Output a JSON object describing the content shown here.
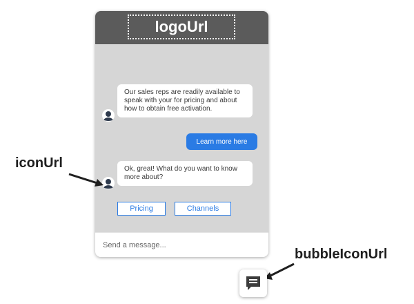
{
  "header": {
    "logo_text": "logoUrl"
  },
  "messages": {
    "bot_1": "Our sales reps are readily available to speak with your for pricing and about how to obtain free activation.",
    "user_1": "Learn more here",
    "bot_2": "Ok, great! What do you want to know more about?"
  },
  "choices": [
    "Pricing",
    "Channels"
  ],
  "composer": {
    "placeholder": "Send a message..."
  },
  "annotations": {
    "icon_url": "iconUrl",
    "bubble_icon_url": "bubbleIconUrl"
  },
  "icons": {
    "avatar": "bot-avatar-icon",
    "launcher": "chat-bubble-icon"
  },
  "colors": {
    "header_bg": "#5b5b5b",
    "chat_bg": "#d6d6d6",
    "accent": "#2a7be4",
    "bubble_bg": "#ffffff",
    "annotation_text": "#1f1f1f"
  }
}
